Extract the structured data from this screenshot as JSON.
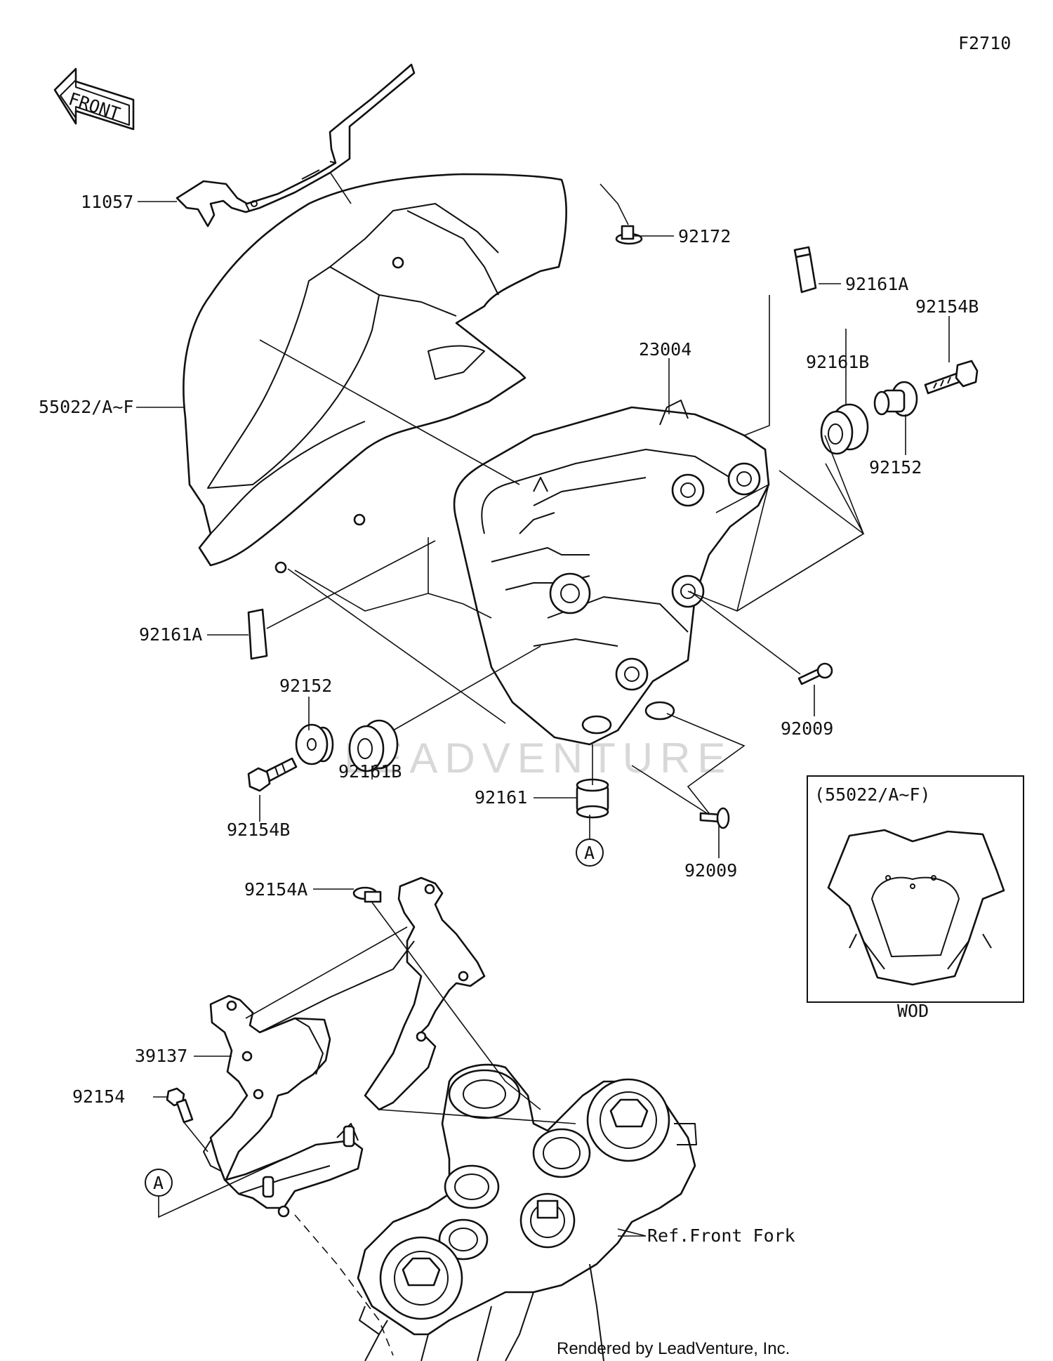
{
  "diagram": {
    "code": "F2710",
    "front_label": "FRONT",
    "watermark": "LEADVENTURE",
    "footer": "Rendered by LeadVenture, Inc.",
    "inset": {
      "title": "(55022/A~F)",
      "caption": "WOD"
    },
    "callouts": [
      {
        "id": "c-11057",
        "label": "11057"
      },
      {
        "id": "c-92172",
        "label": "92172"
      },
      {
        "id": "c-92161a-top",
        "label": "92161A"
      },
      {
        "id": "c-92154b-right",
        "label": "92154B"
      },
      {
        "id": "c-23004",
        "label": "23004"
      },
      {
        "id": "c-92161b-right",
        "label": "92161B"
      },
      {
        "id": "c-55022",
        "label": "55022/A~F"
      },
      {
        "id": "c-92152-right",
        "label": "92152"
      },
      {
        "id": "c-92161a-left",
        "label": "92161A"
      },
      {
        "id": "c-92152-left",
        "label": "92152"
      },
      {
        "id": "c-92009-right",
        "label": "92009"
      },
      {
        "id": "c-92161b-left",
        "label": "92161B"
      },
      {
        "id": "c-92161",
        "label": "92161"
      },
      {
        "id": "c-92154b-left",
        "label": "92154B"
      },
      {
        "id": "c-92009-bottom",
        "label": "92009"
      },
      {
        "id": "c-92154a",
        "label": "92154A"
      },
      {
        "id": "c-39137",
        "label": "39137"
      },
      {
        "id": "c-92154",
        "label": "92154"
      },
      {
        "id": "c-ref-fork",
        "label": "Ref.Front Fork"
      }
    ],
    "markers": [
      {
        "id": "m-a-upper",
        "label": "A"
      },
      {
        "id": "m-a-lower",
        "label": "A"
      }
    ]
  }
}
